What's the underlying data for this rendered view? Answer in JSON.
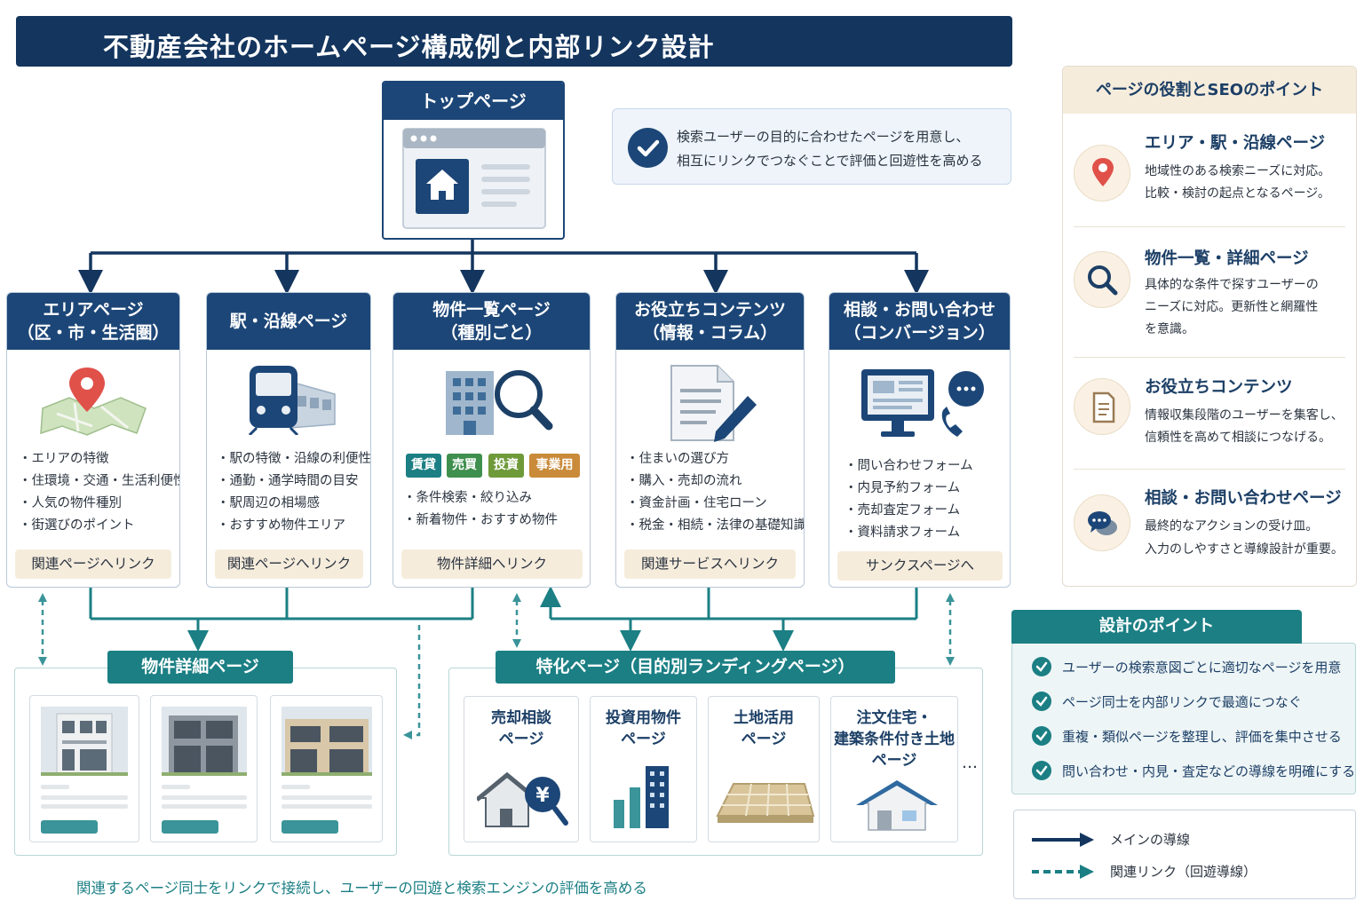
{
  "title": "不動産会社のホームページ構成例と内部リンク設計",
  "top_page": {
    "label": "トップページ"
  },
  "note": {
    "line1": "検索ユーザーの目的に合わせたページを用意し、",
    "line2": "相互にリンクでつなぐことで評価と回遊性を高める"
  },
  "categories": [
    {
      "title1": "エリアページ",
      "title2": "（区・市・生活圏）",
      "items": [
        "・エリアの特徴",
        "・住環境・交通・生活利便性",
        "・人気の物件種別",
        "・街選びのポイント"
      ],
      "link": "関連ページへリンク"
    },
    {
      "title1": "駅・沿線ページ",
      "title2": "",
      "items": [
        "・駅の特徴・沿線の利便性",
        "・通勤・通学時間の目安",
        "・駅周辺の相場感",
        "・おすすめ物件エリア"
      ],
      "link": "関連ページへリンク"
    },
    {
      "title1": "物件一覧ページ",
      "title2": "（種別ごと）",
      "tags": [
        "賃貸",
        "売買",
        "投資",
        "事業用"
      ],
      "items": [
        "・条件検索・絞り込み",
        "・新着物件・おすすめ物件"
      ],
      "link": "物件詳細へリンク"
    },
    {
      "title1": "お役立ちコンテンツ",
      "title2": "（情報・コラム）",
      "items": [
        "・住まいの選び方",
        "・購入・売却の流れ",
        "・資金計画・住宅ローン",
        "・税金・相続・法律の基礎知識"
      ],
      "link": "関連サービスへリンク"
    },
    {
      "title1": "相談・お問い合わせ",
      "title2": "（コンバージョン）",
      "items": [
        "・問い合わせフォーム",
        "・内見予約フォーム",
        "・売却査定フォーム",
        "・資料請求フォーム"
      ],
      "link": "サンクスページへ"
    }
  ],
  "tag_colors": [
    "#1b7f84",
    "#3f8f4e",
    "#6f9a3a",
    "#c98a3a"
  ],
  "property_detail": {
    "label": "物件詳細ページ"
  },
  "landing": {
    "label": "特化ページ（目的別ランディングページ）",
    "cards": [
      {
        "line1": "売却相談",
        "line2": "ページ",
        "line3": ""
      },
      {
        "line1": "投資用物件",
        "line2": "ページ",
        "line3": ""
      },
      {
        "line1": "土地活用",
        "line2": "ページ",
        "line3": ""
      },
      {
        "line1": "注文住宅・",
        "line2": "建築条件付き土地",
        "line3": "ページ"
      }
    ],
    "more": "…"
  },
  "footer_note": "関連するページ同士をリンクで接続し、ユーザーの回遊と検索エンジンの評価を高める",
  "roles": {
    "title": "ページの役割とSEOのポイント",
    "items": [
      {
        "icon": "map-pin-icon",
        "title": "エリア・駅・沿線ページ",
        "lines": [
          "地域性のある検索ニーズに対応。",
          "比較・検討の起点となるページ。"
        ]
      },
      {
        "icon": "search-icon",
        "title": "物件一覧・詳細ページ",
        "lines": [
          "具体的な条件で探すユーザーの",
          "ニーズに対応。更新性と網羅性",
          "を意識。"
        ]
      },
      {
        "icon": "document-icon",
        "title": "お役立ちコンテンツ",
        "lines": [
          "情報収集段階のユーザーを集客し、",
          "信頼性を高めて相談につなげる。"
        ]
      },
      {
        "icon": "chat-icon",
        "title": "相談・お問い合わせページ",
        "lines": [
          "最終的なアクションの受け皿。",
          "入力のしやすさと導線設計が重要。"
        ]
      }
    ]
  },
  "design_points": {
    "title": "設計のポイント",
    "items": [
      "ユーザーの検索意図ごとに適切なページを用意",
      "ページ同士を内部リンクで最適につなぐ",
      "重複・類似ページを整理し、評価を集中させる",
      "問い合わせ・内見・査定などの導線を明確にする"
    ]
  },
  "legend": {
    "main": "メインの導線",
    "related": "関連リンク（回遊導線）"
  },
  "colors": {
    "navy": "#13355e",
    "navy2": "#1c4677",
    "teal": "#1b7f84",
    "beige": "#f6ecdc"
  }
}
